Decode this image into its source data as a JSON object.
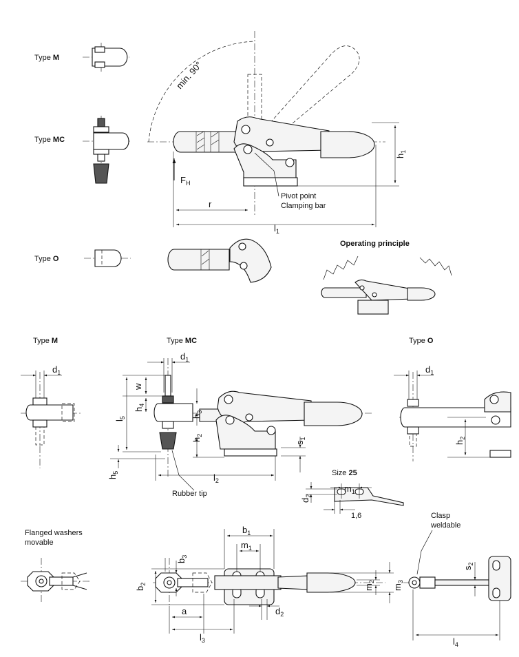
{
  "labels": {
    "type_word": "Type",
    "type_m": "M",
    "type_mc": "MC",
    "type_o": "O",
    "min_angle": "min. 90°",
    "force": "F",
    "force_sub": "H",
    "pivot_point": "Pivot point",
    "clamping_bar": "Clamping bar",
    "operating_principle": "Operating principle",
    "rubber_tip": "Rubber tip",
    "size": "Size",
    "size_value": "25",
    "flanged_washers_1": "Flanged washers",
    "flanged_washers_2": "movable",
    "clasp_1": "Clasp",
    "clasp_2": "weldable",
    "thickness": "1,6"
  },
  "dimensions": {
    "h": "h",
    "l": "l",
    "d": "d",
    "m": "m",
    "b": "b",
    "s": "s",
    "r": "r",
    "w": "w",
    "a": "a",
    "n1": "1",
    "n2": "2",
    "n3": "3",
    "n4": "4",
    "n5": "5"
  }
}
